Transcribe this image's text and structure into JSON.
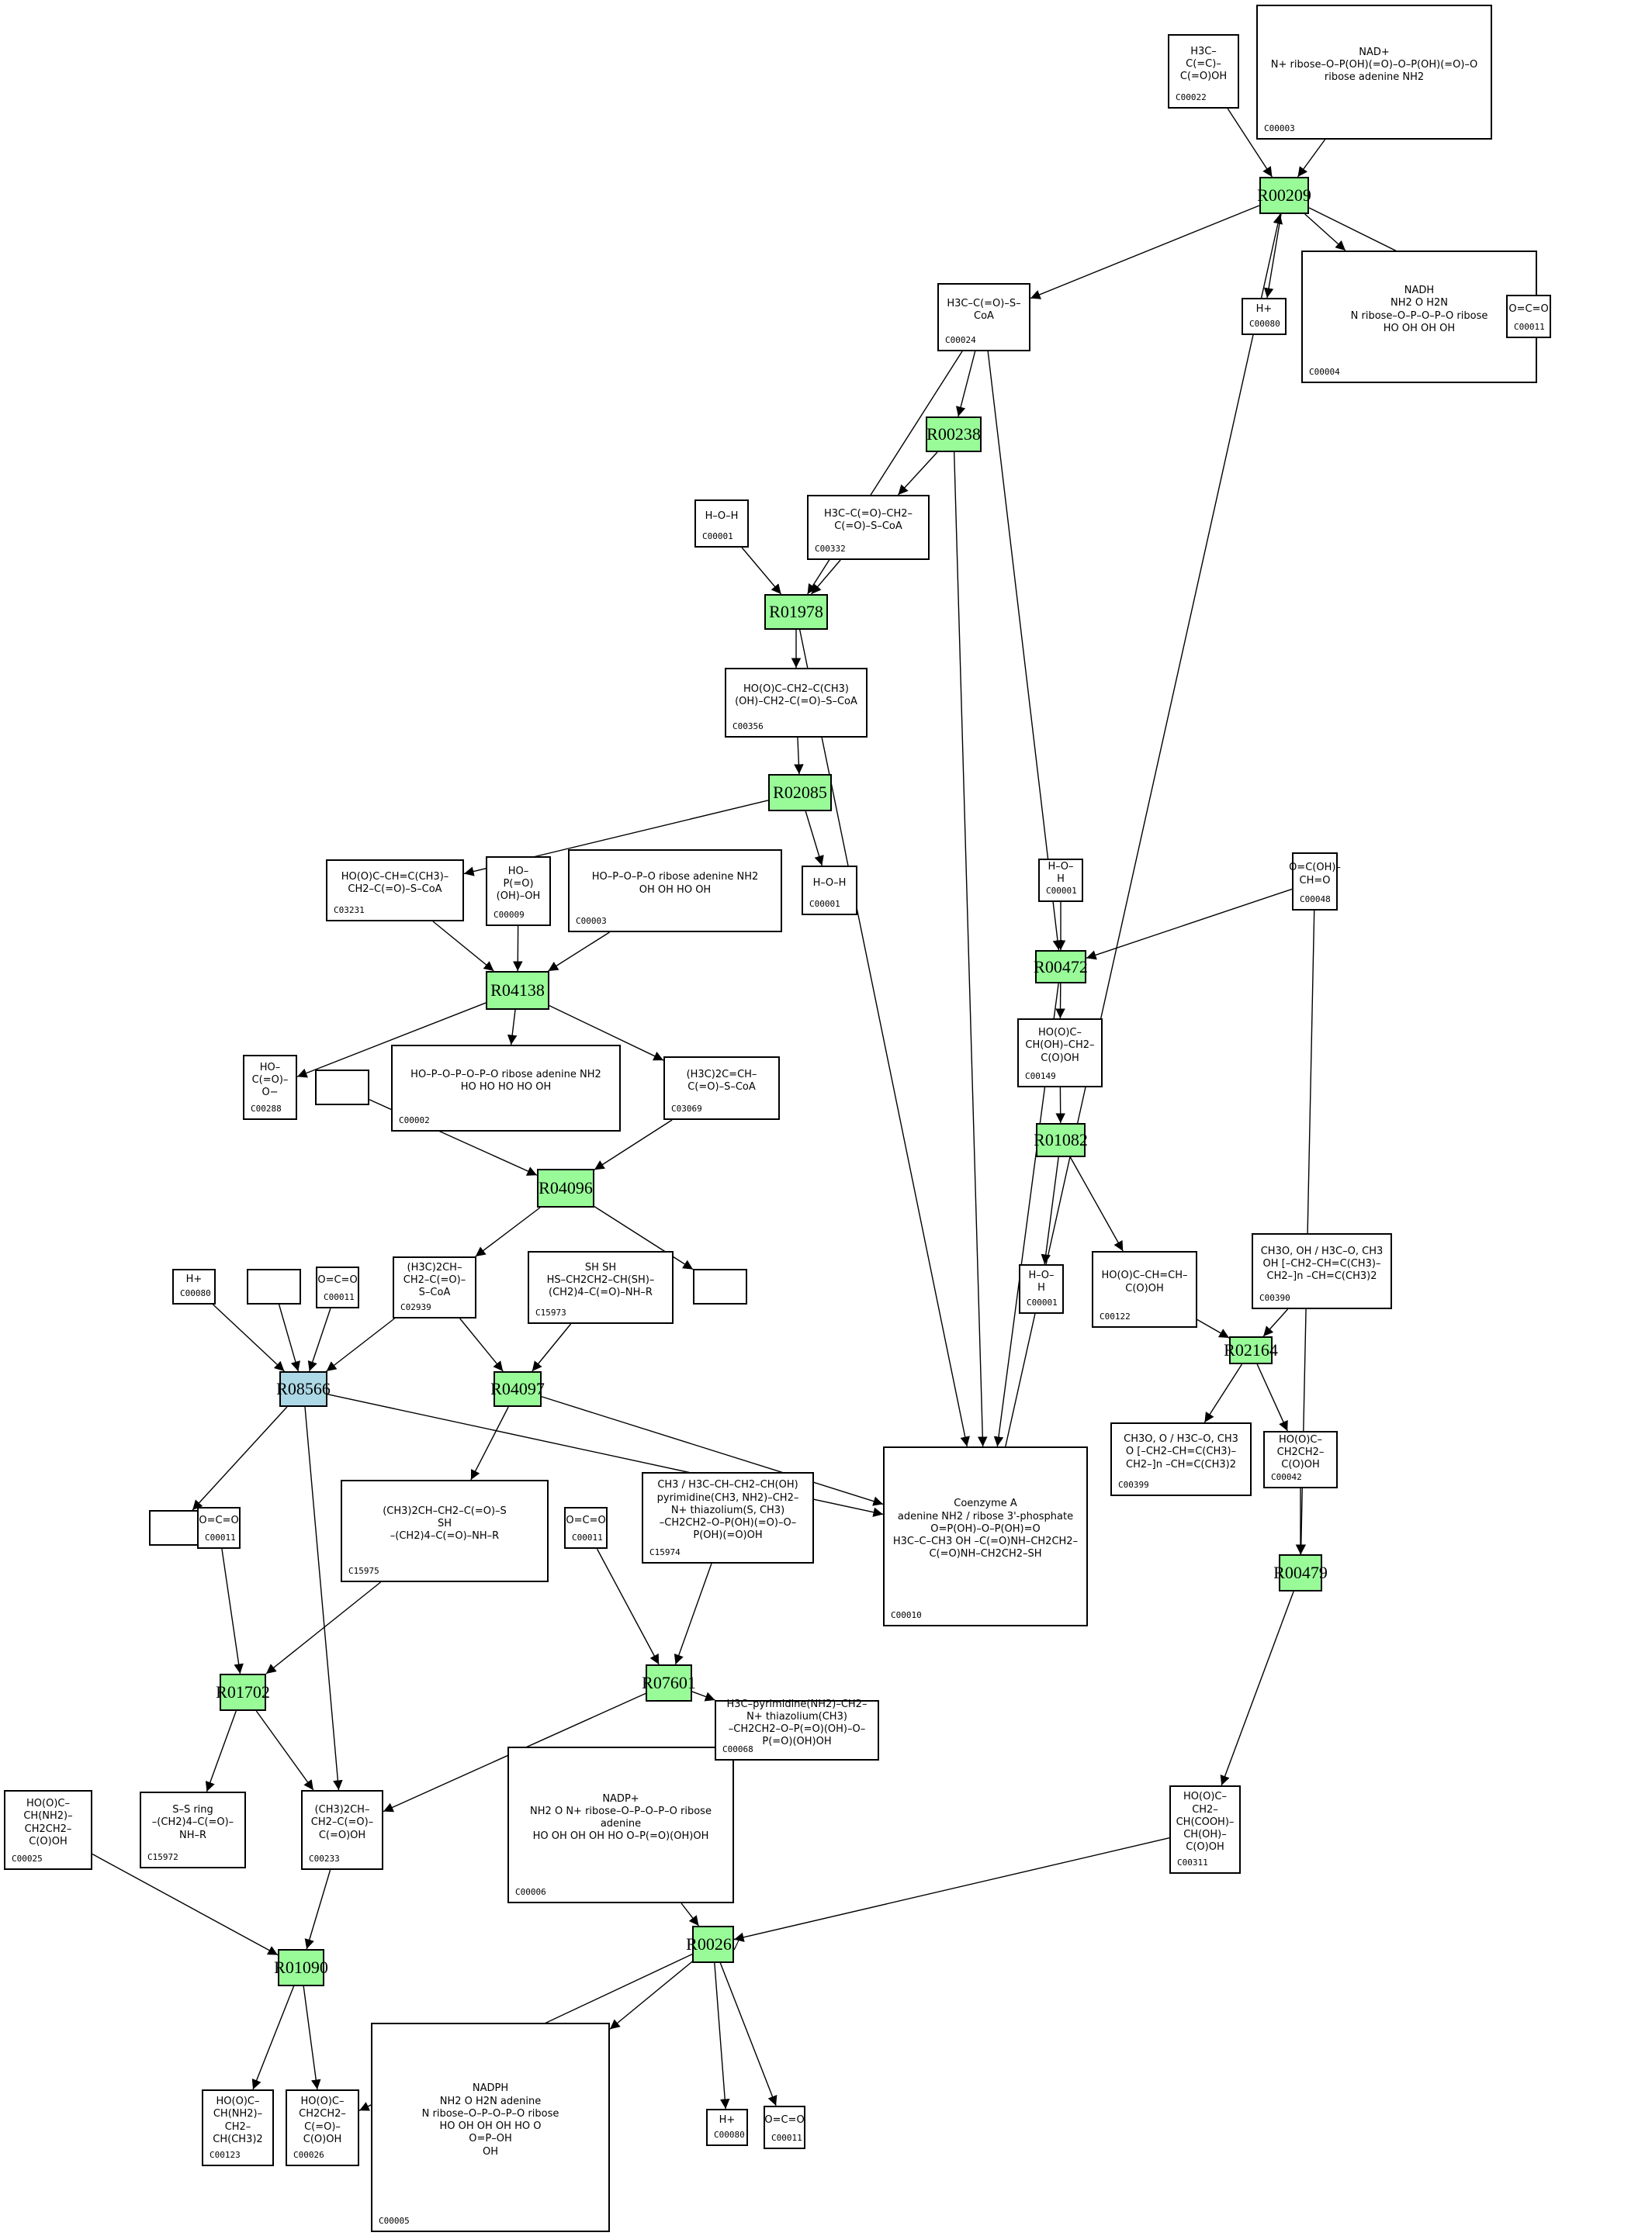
{
  "diagram": {
    "type": "metabolic-pathway",
    "colors": {
      "reaction": "#98fb98",
      "reaction_highlight": "#add8e6",
      "compound_bg": "#ffffff",
      "edge": "#000000"
    },
    "reactions": [
      {
        "key": "R00209",
        "label": "R00209",
        "style": "green"
      },
      {
        "key": "R00238",
        "label": "R00238",
        "style": "green"
      },
      {
        "key": "R01978",
        "label": "R01978",
        "style": "green"
      },
      {
        "key": "R02085",
        "label": "R02085",
        "style": "green"
      },
      {
        "key": "R04138",
        "label": "R04138",
        "style": "green"
      },
      {
        "key": "R04096",
        "label": "R04096",
        "style": "green"
      },
      {
        "key": "R08566",
        "label": "R08566",
        "style": "blue"
      },
      {
        "key": "R04097",
        "label": "R04097",
        "style": "green"
      },
      {
        "key": "R01702",
        "label": "R01702",
        "style": "green"
      },
      {
        "key": "R07601",
        "label": "R07601",
        "style": "green"
      },
      {
        "key": "R01090",
        "label": "R01090",
        "style": "green"
      },
      {
        "key": "R00267",
        "label": "R00267",
        "style": "green"
      },
      {
        "key": "R00472",
        "label": "R00472",
        "style": "green"
      },
      {
        "key": "R01082",
        "label": "R01082",
        "style": "green"
      },
      {
        "key": "R02164",
        "label": "R02164",
        "style": "green"
      },
      {
        "key": "R00479",
        "label": "R00479",
        "style": "green"
      }
    ],
    "compounds": [
      {
        "key": "C00022",
        "id": "C00022",
        "formula": "H3C–C(=C)–C(=O)OH"
      },
      {
        "key": "C00003a",
        "id": "C00003",
        "formula": "NAD+\nN+ ribose–O–P(OH)(=O)–O–P(OH)(=O)–O ribose adenine NH2"
      },
      {
        "key": "C00080a",
        "id": "C00080",
        "formula": "H+"
      },
      {
        "key": "C00004a",
        "id": "C00004",
        "formula": "NADH\nNH2 O  H2N\nN ribose–O–P–O–P–O ribose\nHO OH  OH OH"
      },
      {
        "key": "C00011a",
        "id": "C00011",
        "formula": "O=C=O"
      },
      {
        "key": "C00024",
        "id": "C00024",
        "formula": "H3C–C(=O)–S–CoA"
      },
      {
        "key": "R00238_dummy",
        "id": "",
        "formula": ""
      },
      {
        "key": "C00001a",
        "id": "C00001",
        "formula": "H–O–H"
      },
      {
        "key": "C00332",
        "id": "C00332",
        "formula": "H3C–C(=O)–CH2–C(=O)–S–CoA"
      },
      {
        "key": "C00356",
        "id": "C00356",
        "formula": "HO(O)C–CH2–C(CH3)(OH)–CH2–C(=O)–S–CoA"
      },
      {
        "key": "C00001b",
        "id": "C00001",
        "formula": "H–O–H"
      },
      {
        "key": "C03231",
        "id": "C03231",
        "formula": "HO(O)C–CH=C(CH3)–CH2–C(=O)–S–CoA"
      },
      {
        "key": "C00009",
        "id": "C00009",
        "formula": "HO–P(=O)(OH)–OH"
      },
      {
        "key": "C00003b",
        "id": "C00003",
        "formula": "HO–P–O–P–O ribose adenine NH2\nOH  OH   HO OH"
      },
      {
        "key": "C00288",
        "id": "C00288",
        "formula": "HO–C(=O)–O−"
      },
      {
        "key": "unk1",
        "id": "",
        "formula": ""
      },
      {
        "key": "C00002",
        "id": "C00002",
        "formula": "HO–P–O–P–O–P–O ribose adenine NH2\nHO  HO  HO   HO OH"
      },
      {
        "key": "C03069",
        "id": "C03069",
        "formula": "(H3C)2C=CH–C(=O)–S–CoA"
      },
      {
        "key": "C00080b",
        "id": "C00080",
        "formula": "H+"
      },
      {
        "key": "unk2",
        "id": "",
        "formula": ""
      },
      {
        "key": "C00011b",
        "id": "C00011",
        "formula": "O=C=O"
      },
      {
        "key": "C02939",
        "id": "C02939",
        "formula": "(H3C)2CH–CH2–C(=O)–S–CoA"
      },
      {
        "key": "C15973",
        "id": "C15973",
        "formula": "SH SH\nHS–CH2CH2–CH(SH)–(CH2)4–C(=O)–NH–R"
      },
      {
        "key": "unk3",
        "id": "",
        "formula": ""
      },
      {
        "key": "C00010",
        "id": "C00010",
        "formula": "Coenzyme A\nadenine NH2 / ribose 3'-phosphate\nO=P(OH)–O–P(OH)=O\nH3C–C–CH3 OH –C(=O)NH–CH2CH2–C(=O)NH–CH2CH2–SH"
      },
      {
        "key": "unk4",
        "id": "",
        "formula": ""
      },
      {
        "key": "C00011c",
        "id": "C00011",
        "formula": "O=C=O"
      },
      {
        "key": "C15975",
        "id": "C15975",
        "formula": "(CH3)2CH–CH2–C(=O)–S\nSH\n–(CH2)4–C(=O)–NH–R"
      },
      {
        "key": "C00011d",
        "id": "C00011",
        "formula": "O=C=O"
      },
      {
        "key": "C15974",
        "id": "C15974",
        "formula": "CH3 / H3C–CH–CH2–CH(OH)\npyrimidine(CH3, NH2)–CH2–N+ thiazolium(S, CH3)\n–CH2CH2–O–P(OH)(=O)–O–P(OH)(=O)OH"
      },
      {
        "key": "C00006",
        "id": "C00006",
        "formula": "NADP+\nNH2 O  N+ ribose–O–P–O–P–O ribose adenine\nHO OH  OH OH  HO O–P(=O)(OH)OH"
      },
      {
        "key": "C00068",
        "id": "C00068",
        "formula": "H3C–pyrimidine(NH2)–CH2–N+ thiazolium(CH3)\n–CH2CH2–O–P(=O)(OH)–O–P(=O)(OH)OH"
      },
      {
        "key": "C00025",
        "id": "C00025",
        "formula": "HO(O)C–CH(NH2)–CH2CH2–C(O)OH"
      },
      {
        "key": "C15972",
        "id": "C15972",
        "formula": "S–S ring\n–(CH2)4–C(=O)–NH–R"
      },
      {
        "key": "C00233",
        "id": "C00233",
        "formula": "(CH3)2CH–CH2–C(=O)–C(=O)OH"
      },
      {
        "key": "C00123",
        "id": "C00123",
        "formula": "HO(O)C–CH(NH2)–CH2–CH(CH3)2"
      },
      {
        "key": "C00026",
        "id": "C00026",
        "formula": "HO(O)C–CH2CH2–C(=O)–C(O)OH"
      },
      {
        "key": "C00005",
        "id": "C00005",
        "formula": "NADPH\nNH2 O   H2N adenine\nN ribose–O–P–O–P–O ribose\nHO OH   OH OH   HO O\nO=P–OH\nOH"
      },
      {
        "key": "C00080c",
        "id": "C00080",
        "formula": "H+"
      },
      {
        "key": "C00011e",
        "id": "C00011",
        "formula": "O=C=O"
      },
      {
        "key": "C00001c",
        "id": "C00001",
        "formula": "H–O–H"
      },
      {
        "key": "C00048",
        "id": "C00048",
        "formula": "O=C(OH)–CH=O"
      },
      {
        "key": "C00149",
        "id": "C00149",
        "formula": "HO(O)C–CH(OH)–CH2–C(O)OH"
      },
      {
        "key": "C00001d",
        "id": "C00001",
        "formula": "H–O–H"
      },
      {
        "key": "C00122",
        "id": "C00122",
        "formula": "HO(O)C–CH=CH–C(O)OH"
      },
      {
        "key": "C00390",
        "id": "C00390",
        "formula": "CH3O, OH / H3C–O, CH3\nOH [–CH2–CH=C(CH3)–CH2–]n –CH=C(CH3)2"
      },
      {
        "key": "C00399",
        "id": "C00399",
        "formula": "CH3O, O / H3C–O, CH3\nO [–CH2–CH=C(CH3)–CH2–]n –CH=C(CH3)2"
      },
      {
        "key": "C00042",
        "id": "C00042",
        "formula": "HO(O)C–CH2CH2–C(O)OH"
      },
      {
        "key": "C00311",
        "id": "C00311",
        "formula": "HO(O)C–CH2–CH(COOH)–CH(OH)–C(O)OH"
      }
    ],
    "edges": [
      [
        "C00022",
        "R00209"
      ],
      [
        "C00003a",
        "R00209"
      ],
      [
        "R00209",
        "C00080a"
      ],
      [
        "R00209",
        "C00004a"
      ],
      [
        "R00209",
        "C00011a"
      ],
      [
        "R00209",
        "C00024"
      ],
      [
        "C00024",
        "R00238"
      ],
      [
        "R00238",
        "C00332"
      ],
      [
        "C00024",
        "R01978"
      ],
      [
        "C00001a",
        "R01978"
      ],
      [
        "C00332",
        "R01978"
      ],
      [
        "R01978",
        "C00356"
      ],
      [
        "C00356",
        "R02085"
      ],
      [
        "R02085",
        "C03231"
      ],
      [
        "R02085",
        "C00001b"
      ],
      [
        "C03231",
        "R04138"
      ],
      [
        "C00009",
        "R04138"
      ],
      [
        "C00003b",
        "R04138"
      ],
      [
        "R04138",
        "C00288"
      ],
      [
        "R04138",
        "C00002"
      ],
      [
        "R04138",
        "C03069"
      ],
      [
        "C03069",
        "R04096"
      ],
      [
        "unk1",
        "R04096"
      ],
      [
        "R04096",
        "C02939"
      ],
      [
        "R04096",
        "unk3"
      ],
      [
        "C00080b",
        "R08566"
      ],
      [
        "unk2",
        "R08566"
      ],
      [
        "C00011b",
        "R08566"
      ],
      [
        "C02939",
        "R08566"
      ],
      [
        "R08566",
        "unk4"
      ],
      [
        "R08566",
        "C00233"
      ],
      [
        "R08566",
        "C00010"
      ],
      [
        "C02939",
        "R04097"
      ],
      [
        "C15973",
        "R04097"
      ],
      [
        "R04097",
        "C15975"
      ],
      [
        "R04097",
        "C00010"
      ],
      [
        "C00011c",
        "R01702"
      ],
      [
        "C15975",
        "R01702"
      ],
      [
        "R01702",
        "C15972"
      ],
      [
        "R01702",
        "C00233"
      ],
      [
        "C00011d",
        "R07601"
      ],
      [
        "C15974",
        "R07601"
      ],
      [
        "R07601",
        "C00233"
      ],
      [
        "R07601",
        "C00068"
      ],
      [
        "C00025",
        "R01090"
      ],
      [
        "C00233",
        "R01090"
      ],
      [
        "R01090",
        "C00123"
      ],
      [
        "R01090",
        "C00026"
      ],
      [
        "C00006",
        "R00267"
      ],
      [
        "C00311",
        "R00267"
      ],
      [
        "R00267",
        "C00026"
      ],
      [
        "R00267",
        "C00005"
      ],
      [
        "R00267",
        "C00080c"
      ],
      [
        "R00267",
        "C00011e"
      ],
      [
        "R00238",
        "C00010"
      ],
      [
        "R01978",
        "C00010"
      ],
      [
        "R00472",
        "C00010"
      ],
      [
        "C00010",
        "R00209"
      ],
      [
        "C00024",
        "R00472"
      ],
      [
        "C00001c",
        "R00472"
      ],
      [
        "C00048",
        "R00472"
      ],
      [
        "R00472",
        "C00149"
      ],
      [
        "C00149",
        "R01082"
      ],
      [
        "R01082",
        "C00001d"
      ],
      [
        "R01082",
        "C00122"
      ],
      [
        "C00122",
        "R02164"
      ],
      [
        "C00390",
        "R02164"
      ],
      [
        "R02164",
        "C00399"
      ],
      [
        "R02164",
        "C00042"
      ],
      [
        "C00042",
        "R00479"
      ],
      [
        "C00048",
        "R00479"
      ],
      [
        "R00479",
        "C00311"
      ]
    ]
  }
}
